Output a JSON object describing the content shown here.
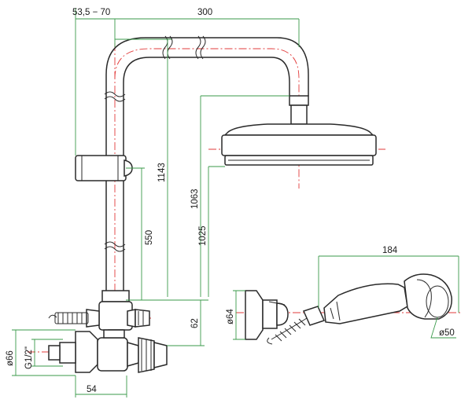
{
  "colors": {
    "outline": "#2a2a2a",
    "center_line": "#e23b3b",
    "dimension_line": "#3a9a4a",
    "background": "#ffffff"
  },
  "dimensions": {
    "top_offset": "53,5 − 70",
    "arm_length": "300",
    "total_height": "1143",
    "head_height": "1063",
    "handshower_height": "1025",
    "slider_height": "550",
    "valve_height": "62",
    "base_diameter": "ø66",
    "thread": "G1/2\"",
    "base_depth": "54",
    "handshower_length": "184",
    "holder_diameter": "ø64",
    "handshower_head_diameter": "ø50"
  }
}
